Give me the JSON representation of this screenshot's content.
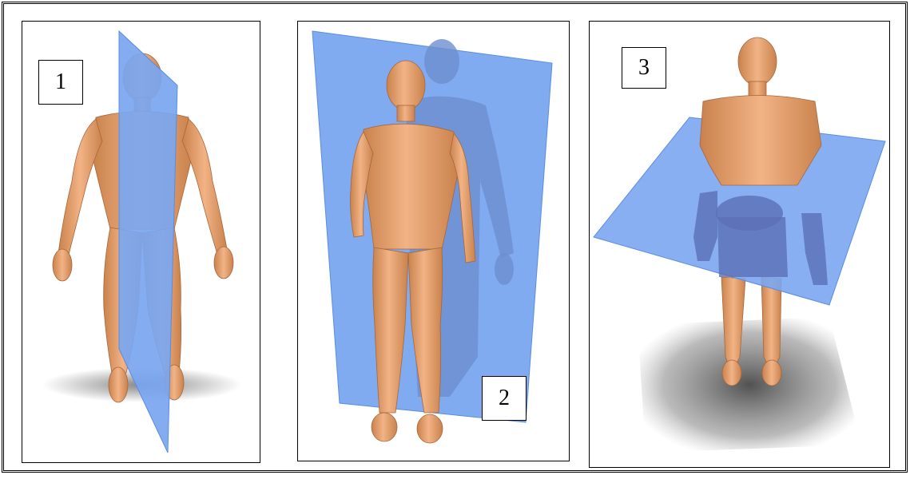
{
  "panels": [
    {
      "label": "1",
      "plane": "sagittal"
    },
    {
      "label": "2",
      "plane": "frontal"
    },
    {
      "label": "3",
      "plane": "transverse"
    }
  ],
  "colors": {
    "plane": "#7aa6f0",
    "plane_edge": "#5b8ce0",
    "skin": "#e8a070",
    "skin_shadow": "#b8703f",
    "shadow": "#444444"
  }
}
